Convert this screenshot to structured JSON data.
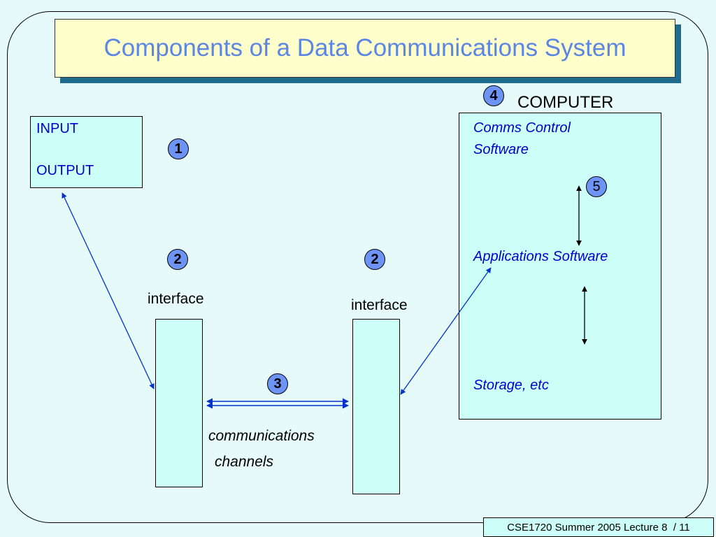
{
  "title": "Components of a Data Communications System",
  "io_box": {
    "input_label": "INPUT",
    "output_label": "OUTPUT"
  },
  "computer": {
    "heading": "COMPUTER",
    "comms_control_line1": "Comms Control",
    "comms_control_line2": "Software",
    "applications": "Applications Software",
    "storage": "Storage, etc"
  },
  "badges": {
    "io": "1",
    "interface_left": "2",
    "interface_right": "2",
    "channel": "3",
    "computer": "4",
    "software": "5"
  },
  "interface_left_label": "interface",
  "interface_right_label": "interface",
  "channel_label_line1": "communications",
  "channel_label_line2": "channels",
  "footer": "CSE1720 Summer 2005 Lecture 8  / 11",
  "colors": {
    "background": "#e6fafa",
    "box_fill": "#ccfff8",
    "title_fill": "#ffffcc",
    "title_text": "#5b86e3",
    "title_shadow": "#1f6c8f",
    "badge_fill": "#6d93f5",
    "connector": "#0033cc"
  }
}
